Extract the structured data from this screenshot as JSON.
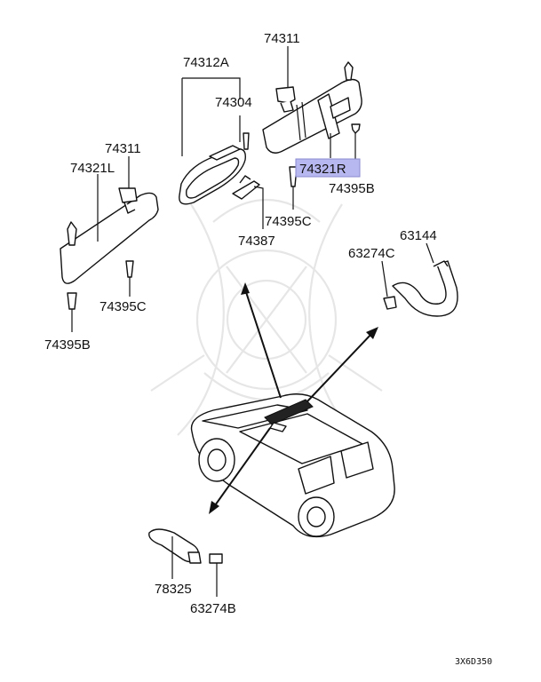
{
  "labels": {
    "p74311_top": "74311",
    "p74312a": "74312A",
    "p74304": "74304",
    "p74321r": "74321R",
    "p74395b_right": "74395B",
    "p74395c_mid": "74395C",
    "p74387": "74387",
    "p74311_left": "74311",
    "p74321l": "74321L",
    "p74395c_left": "74395C",
    "p74395b_left": "74395B",
    "p63144": "63144",
    "p63274c": "63274C",
    "p78325": "78325",
    "p63274b": "63274B",
    "diagram_code": "3X6D350"
  },
  "highlight": {
    "part": "74321R",
    "color": "#b8b8f0"
  }
}
